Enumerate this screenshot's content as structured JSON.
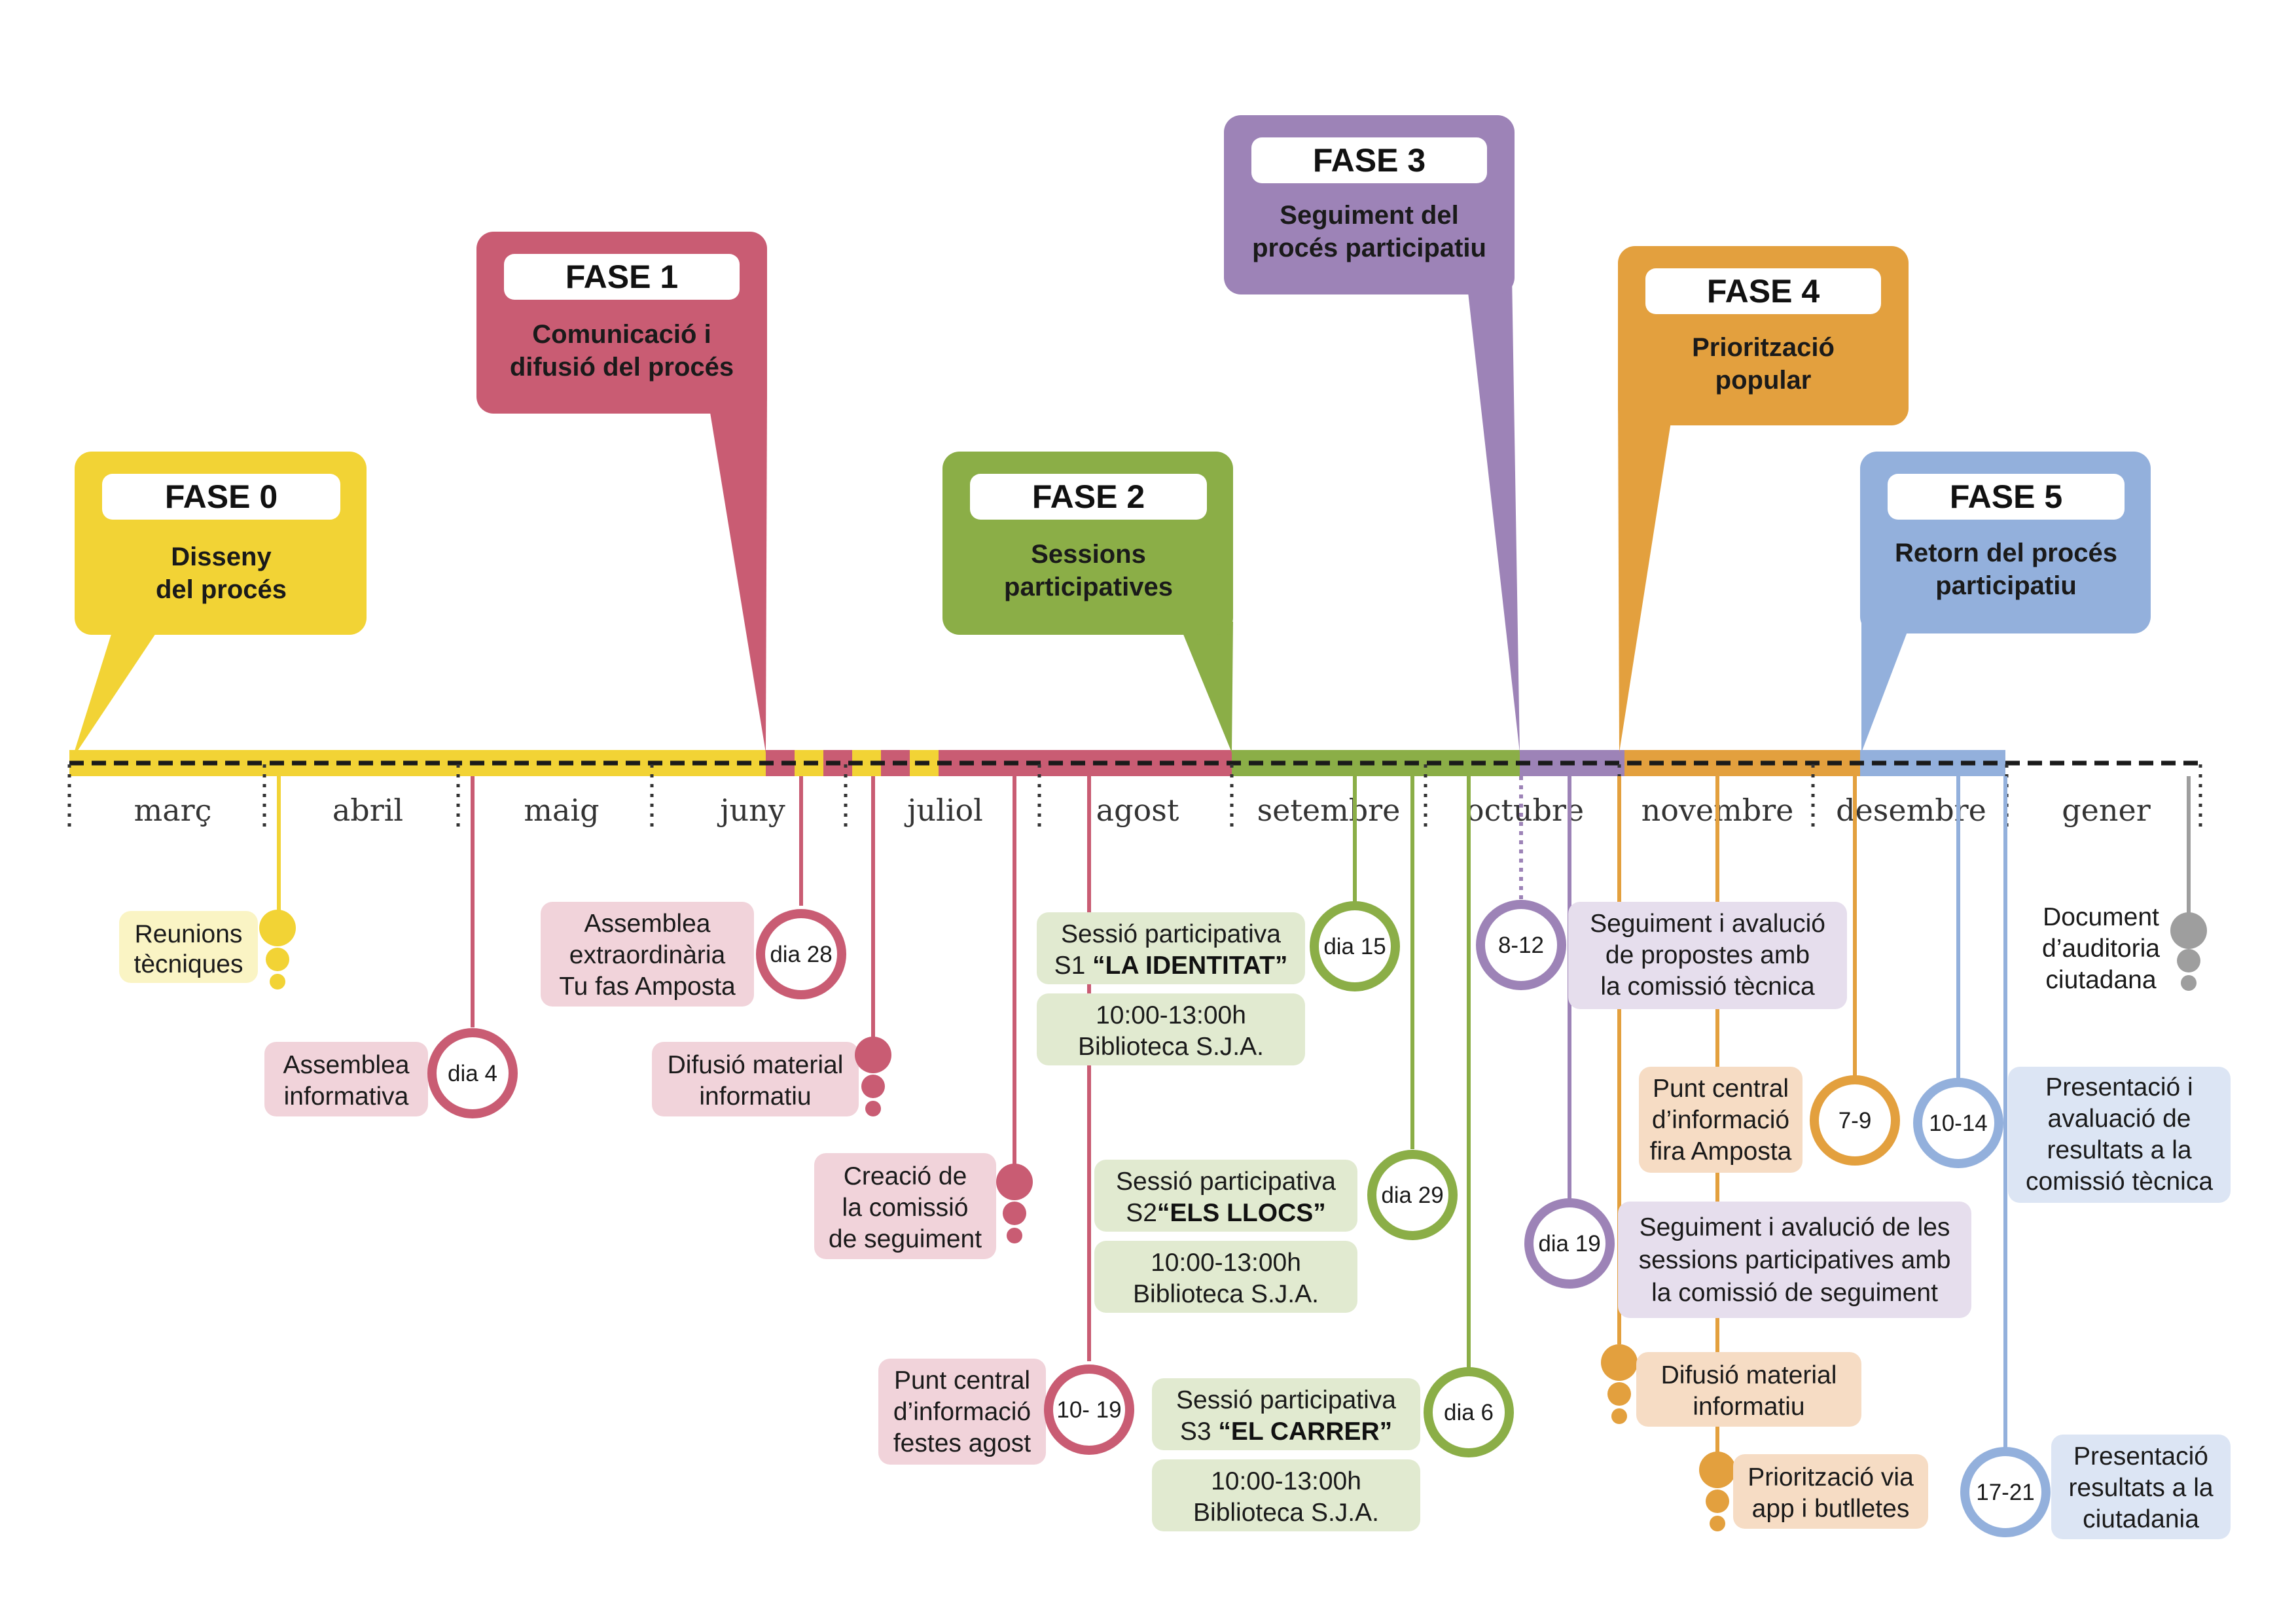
{
  "colors": {
    "fase0": "#F2D335",
    "fase1": "#C95C73",
    "fase2": "#8BAE47",
    "fase3": "#9D83B7",
    "fase4": "#E3A03E",
    "fase5": "#93B0DC",
    "gray": "#9E9E9E",
    "light_yellow": "#FAF4C4",
    "light_pink": "#F1D3DA",
    "light_green": "#E1EAD0",
    "light_purple": "#E6DEED",
    "light_orange": "#F6DCC4",
    "light_blue": "#DCE5F4"
  },
  "months": [
    "març",
    "abril",
    "maig",
    "juny",
    "juliol",
    "agost",
    "setembre",
    "octubre",
    "novembre",
    "desembre",
    "gener"
  ],
  "phases": [
    {
      "title": "FASE 0",
      "lines": [
        "Disseny",
        "del procés"
      ]
    },
    {
      "title": "FASE 1",
      "lines": [
        "Comunicació i",
        "difusió del procés"
      ]
    },
    {
      "title": "FASE 2",
      "lines": [
        "Sessions",
        "participatives"
      ]
    },
    {
      "title": "FASE 3",
      "lines": [
        "Seguiment del",
        "procés participatiu"
      ]
    },
    {
      "title": "FASE 4",
      "lines": [
        "Priorització",
        "popular"
      ]
    },
    {
      "title": "FASE 5",
      "lines": [
        "Retorn del procés",
        "participatiu"
      ]
    }
  ],
  "events": {
    "reunions": [
      "Reunions",
      "tècniques"
    ],
    "assemblea_info": [
      "Assemblea",
      "informativa"
    ],
    "assemblea_info_day": "dia 4",
    "assemblea_extra": [
      "Assemblea",
      "extraordinària",
      "Tu fas Amposta"
    ],
    "assemblea_extra_day": "dia 28",
    "difusio1": [
      "Difusió material",
      "informatiu"
    ],
    "comissio": [
      "Creació de",
      "la comissió",
      "de seguiment"
    ],
    "punt_festes": [
      "Punt central",
      "d’informació",
      "festes agost"
    ],
    "punt_festes_day": "10- 19",
    "s1_line1": "Sessió participativa",
    "s1_prefix": "S1 ",
    "s1_name": "“LA IDENTITAT”",
    "s1_day": "dia 15",
    "s1_info": [
      "10:00-13:00h",
      "Biblioteca S.J.A."
    ],
    "s2_line1": "Sessió participativa",
    "s2_prefix": "S2",
    "s2_name": "“ELS LLOCS”",
    "s2_day": "dia 29",
    "s2_info": [
      "10:00-13:00h",
      "Biblioteca S.J.A."
    ],
    "s3_line1": "Sessió participativa",
    "s3_prefix": "S3 ",
    "s3_name": "“EL CARRER”",
    "s3_day": "dia 6",
    "s3_info": [
      "10:00-13:00h",
      "Biblioteca S.J.A."
    ],
    "seguiment_tec_day": "8-12",
    "seguiment_tec": [
      "Seguiment i avalució",
      "de propostes amb",
      "la comissió tècnica"
    ],
    "seguiment_ses_day": "dia 19",
    "seguiment_ses": [
      "Seguiment i avalució de les",
      "sessions participatives amb",
      "la comissió de seguiment"
    ],
    "punt_fira": [
      "Punt central",
      "d’informació",
      "fira Amposta"
    ],
    "punt_fira_day": "7-9",
    "difusio2": [
      "Difusió material",
      "informatiu"
    ],
    "prioritzacio": [
      "Priorització via",
      "app i butlletes"
    ],
    "presentacio_tec_day": "10-14",
    "presentacio_tec": [
      "Presentació i",
      "avaluació de",
      "resultats a la",
      "comissió tècnica"
    ],
    "presentacio_ciu_day": "17-21",
    "presentacio_ciu": [
      "Presentació",
      "resultats a la",
      "ciutadania"
    ],
    "document": [
      "Document",
      "d’auditoria",
      "ciutadana"
    ]
  }
}
